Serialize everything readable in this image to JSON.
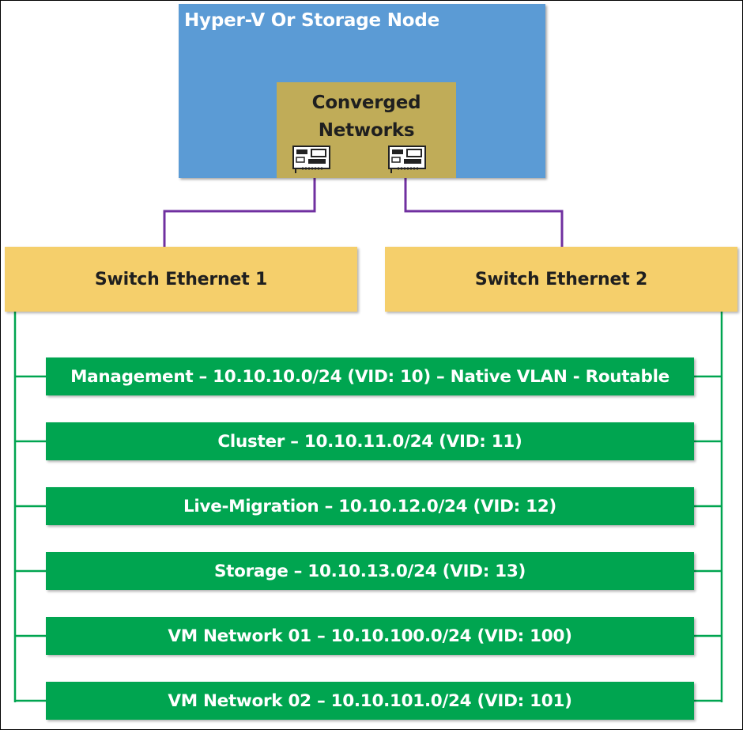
{
  "node": {
    "title": "Hyper-V Or Storage Node"
  },
  "converged": {
    "label": "Converged Networks"
  },
  "switches": [
    {
      "label": "Switch Ethernet 1"
    },
    {
      "label": "Switch Ethernet 2"
    }
  ],
  "vlans": [
    {
      "label": "Management – 10.10.10.0/24 (VID: 10) – Native VLAN - Routable"
    },
    {
      "label": "Cluster – 10.10.11.0/24 (VID: 11)"
    },
    {
      "label": "Live-Migration – 10.10.12.0/24 (VID: 12)"
    },
    {
      "label": "Storage – 10.10.13.0/24 (VID: 13)"
    },
    {
      "label": "VM Network 01 – 10.10.100.0/24 (VID: 100)"
    },
    {
      "label": "VM Network 02 – 10.10.101.0/24 (VID: 101)"
    }
  ],
  "colors": {
    "node": "#5b9bd5",
    "converged": "#c0ac58",
    "switch": "#f5cf6b",
    "vlan": "#00a550",
    "uplink": "#7030a0",
    "trunk": "#00a550"
  },
  "icons": [
    "network-card-icon",
    "network-card-icon"
  ]
}
